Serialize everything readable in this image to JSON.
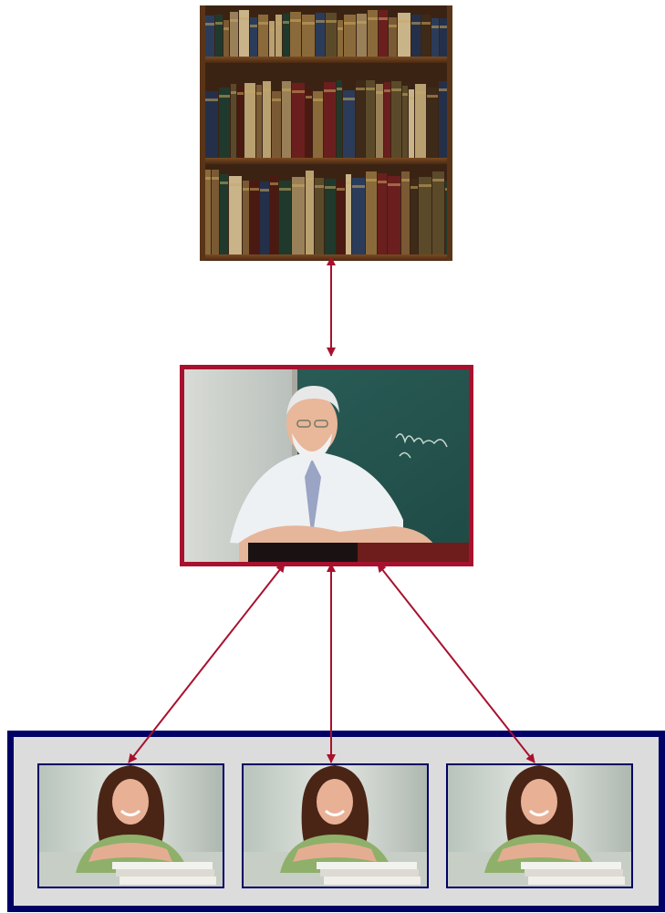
{
  "colors": {
    "arrow": "#a8112e",
    "teacher_frame": "#a8112e",
    "panel_border": "#000066",
    "panel_fill": "#dcdcdc"
  },
  "images": {
    "library": "bookshelf-photo",
    "teacher": "teacher-photo",
    "students": [
      "student-photo",
      "student-photo",
      "student-photo"
    ]
  },
  "connections": [
    {
      "from": "library",
      "to": "teacher",
      "direction": "bidirectional"
    },
    {
      "from": "teacher",
      "to": "student-1",
      "direction": "bidirectional"
    },
    {
      "from": "teacher",
      "to": "student-2",
      "direction": "bidirectional"
    },
    {
      "from": "teacher",
      "to": "student-3",
      "direction": "bidirectional"
    }
  ]
}
